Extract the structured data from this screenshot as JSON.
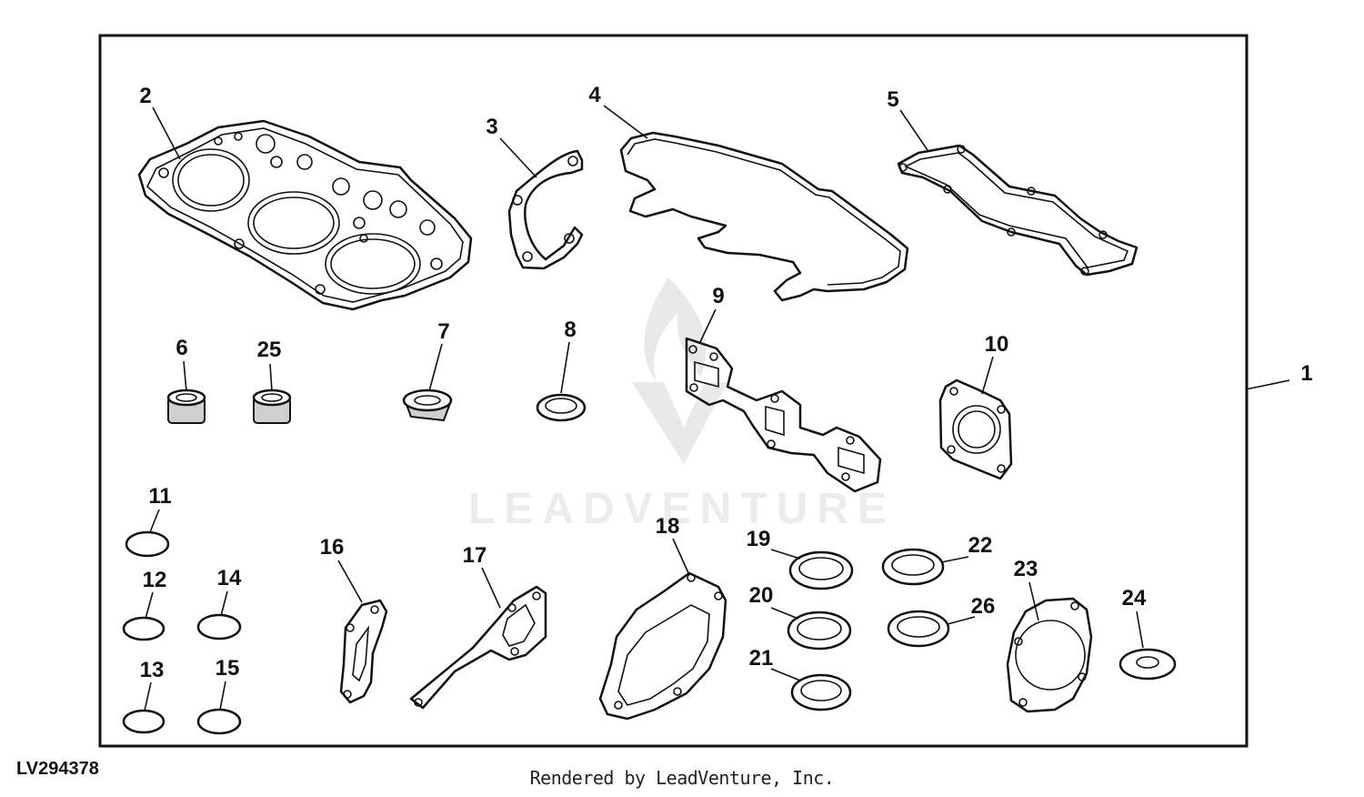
{
  "diagram": {
    "reference_code": "LV294378",
    "footer": "Rendered by LeadVenture, Inc.",
    "watermark": "LEADVENTURE",
    "callouts": [
      "1",
      "2",
      "3",
      "4",
      "5",
      "6",
      "7",
      "8",
      "9",
      "10",
      "11",
      "12",
      "13",
      "14",
      "15",
      "16",
      "17",
      "18",
      "19",
      "20",
      "21",
      "22",
      "23",
      "24",
      "25",
      "26"
    ]
  }
}
